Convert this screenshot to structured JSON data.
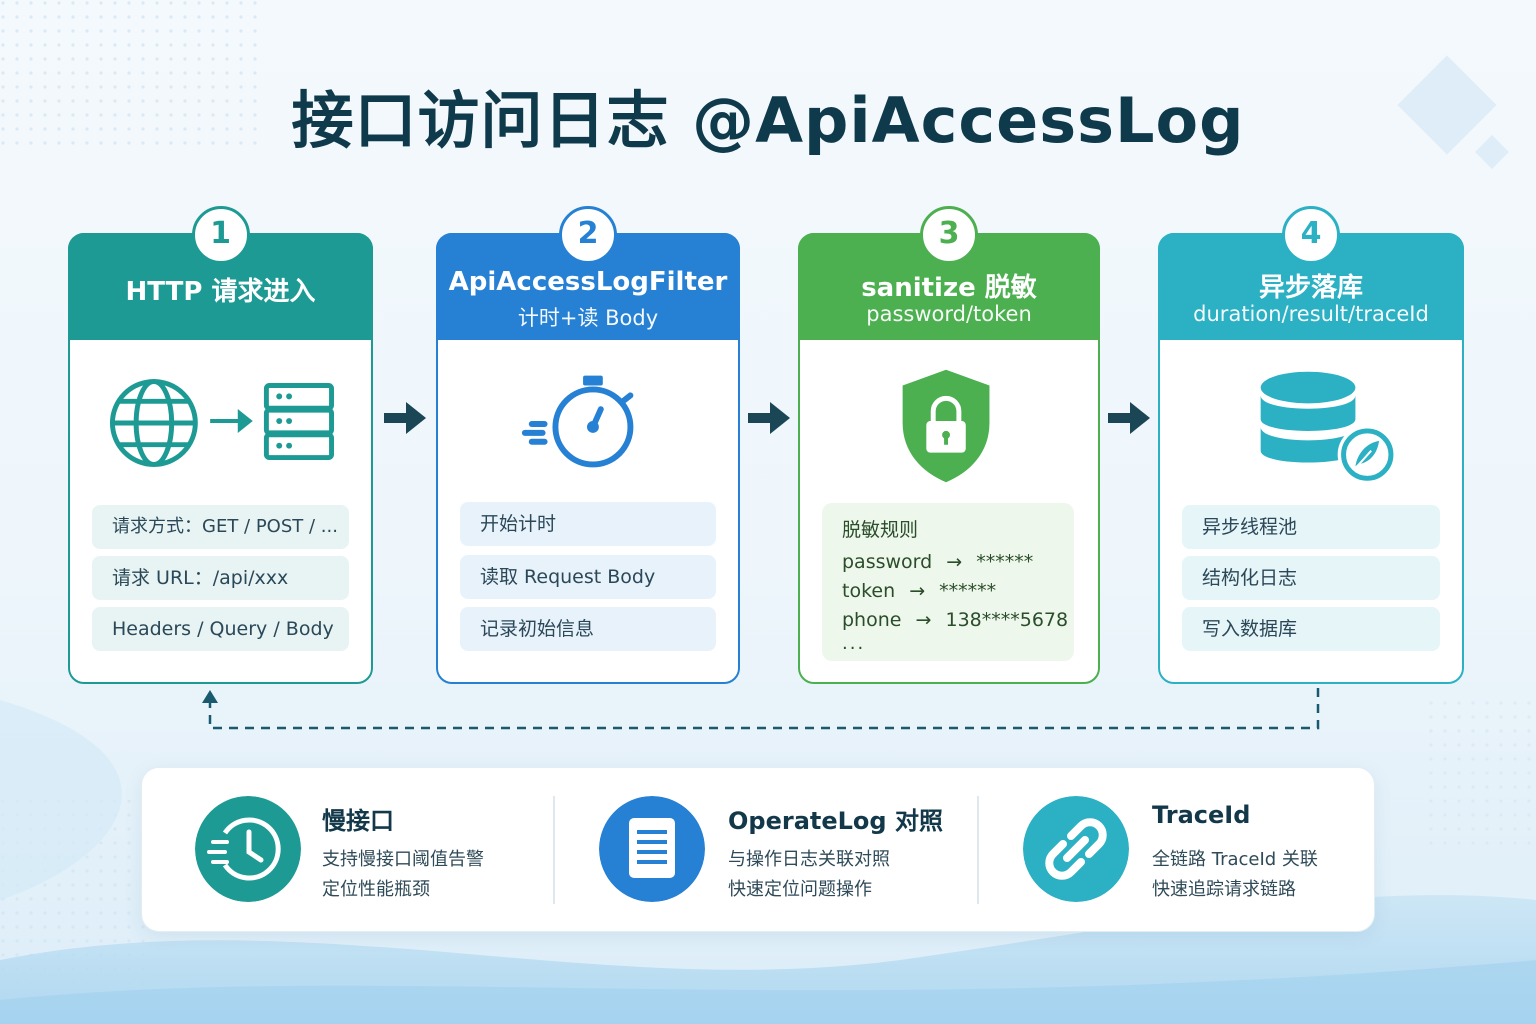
{
  "page_title": "接口访问日志 @ApiAccessLog",
  "colors": {
    "teal": "#1e9a94",
    "blue": "#2680d4",
    "green": "#4caf50",
    "cyan": "#2bb0c4",
    "text_dark": "#0f3a4b"
  },
  "steps": [
    {
      "number": "1",
      "title": "HTTP 请求进入",
      "subtitle": "",
      "icons": [
        "globe-icon",
        "arrow-right-icon",
        "server-icon"
      ],
      "items": [
        "请求方式：GET / POST / ...",
        "请求 URL：/api/xxx",
        "Headers / Query / Body"
      ]
    },
    {
      "number": "2",
      "title": "ApiAccessLogFilter",
      "subtitle": "计时+读 Body",
      "icons": [
        "stopwatch-icon"
      ],
      "items": [
        "开始计时",
        "读取 Request Body",
        "记录初始信息"
      ]
    },
    {
      "number": "3",
      "title": "sanitize 脱敏",
      "subtitle": "password/token",
      "icons": [
        "shield-lock-icon"
      ],
      "rules_title": "脱敏规则",
      "rules": [
        {
          "key": "password",
          "arrow": "→",
          "value": "******"
        },
        {
          "key": "token",
          "arrow": "→",
          "value": "******"
        },
        {
          "key": "phone",
          "arrow": "→",
          "value": "138****5678"
        }
      ],
      "rules_more": "..."
    },
    {
      "number": "4",
      "title": "异步落库",
      "subtitle": "duration/result/traceId",
      "icons": [
        "database-icon",
        "feather-icon"
      ],
      "items": [
        "异步线程池",
        "结构化日志",
        "写入数据库"
      ]
    }
  ],
  "features": [
    {
      "icon": "clock-history-icon",
      "title": "慢接口",
      "lines": [
        "支持慢接口阈值告警",
        "定位性能瓶颈"
      ]
    },
    {
      "icon": "document-icon",
      "title": "OperateLog 对照",
      "lines": [
        "与操作日志关联对照",
        "快速定位问题操作"
      ]
    },
    {
      "icon": "link-icon",
      "title": "TraceId",
      "lines": [
        "全链路 TraceId 关联",
        "快速追踪请求链路"
      ]
    }
  ]
}
